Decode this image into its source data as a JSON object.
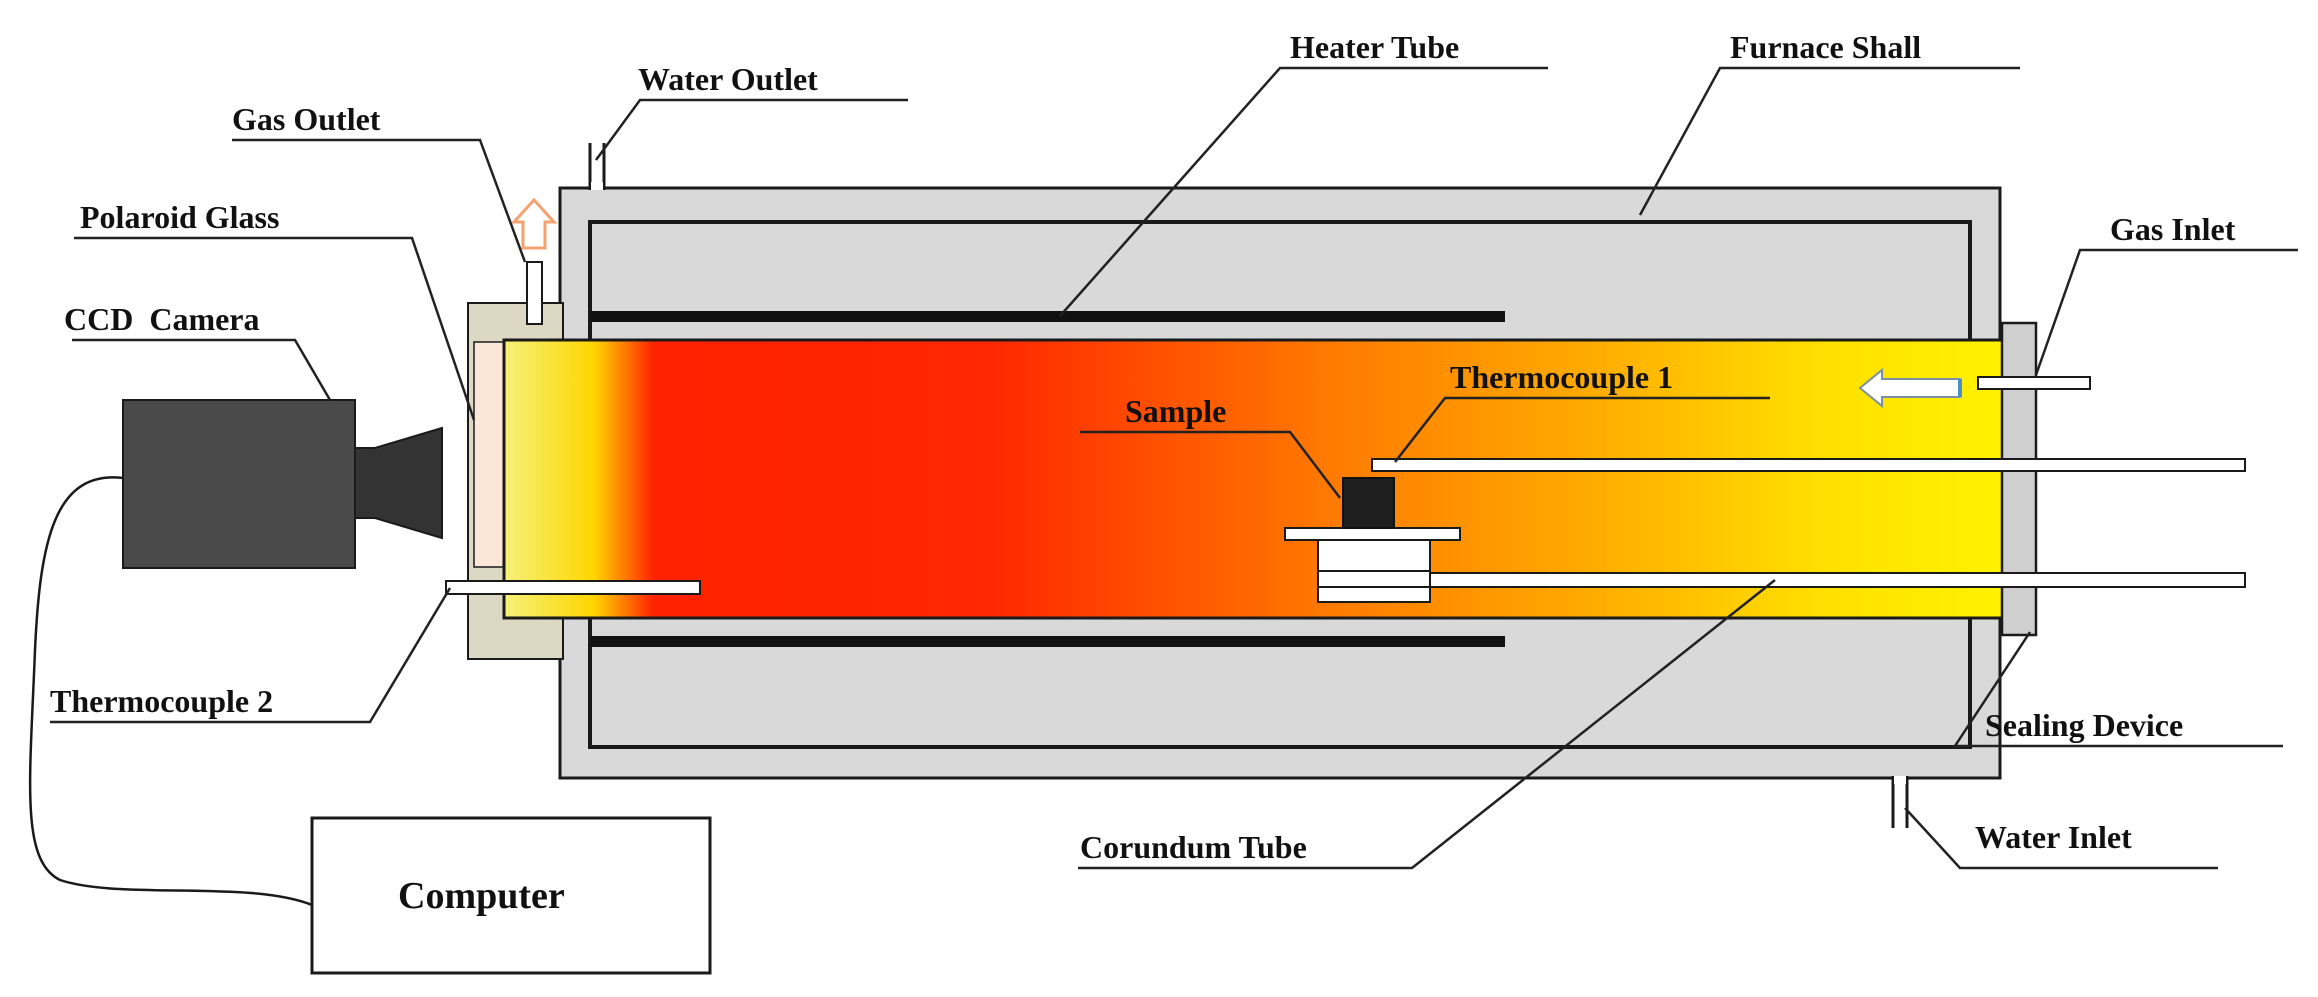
{
  "labels": {
    "water_outlet": "Water Outlet",
    "heater_tube": "Heater Tube",
    "furnace_shall": "Furnace Shall",
    "gas_outlet": "Gas Outlet",
    "polaroid_glass": "Polaroid Glass",
    "ccd_camera": "CCD  Camera",
    "gas_inlet": "Gas Inlet",
    "thermocouple_1": "Thermocouple 1",
    "sample": "Sample",
    "thermocouple_2": "Thermocouple 2",
    "sealing_device": "Sealing Device",
    "corundum_tube": "Corundum Tube",
    "water_inlet": "Water Inlet",
    "computer": "Computer"
  },
  "colors": {
    "shell_fill": "#d9d9d9",
    "outline": "#1a1a1a",
    "camera_body": "#4a4a4a",
    "camera_lens": "#333333",
    "glass_frame": "#ddd8c4",
    "gradient_stops": [
      "#f5f07a",
      "#ffd600",
      "#ff2200",
      "#ff2600",
      "#ff7a00",
      "#ffaa00",
      "#ffe000",
      "#fff200"
    ],
    "gas_outlet_arrow": "#f3a270",
    "gas_inlet_arrow": "#ffffff"
  }
}
